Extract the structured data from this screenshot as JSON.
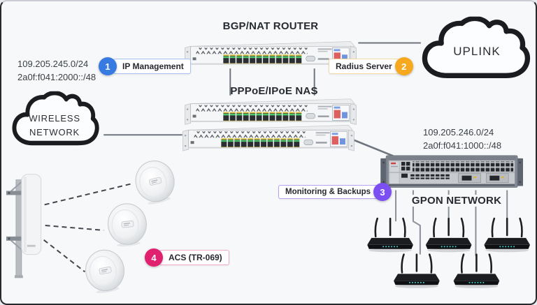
{
  "diagram": {
    "titles": {
      "bgp_router": "BGP/NAT ROUTER",
      "nas": "PPPoE/IPoE NAS",
      "gpon": "GPON NETWORK"
    },
    "clouds": {
      "uplink": "UPLINK",
      "wireless_line1": "WIRELESS",
      "wireless_line2": "NETWORK"
    },
    "subnets": {
      "management": {
        "ipv4": "109.205.245.0/24",
        "ipv6": "2a0f:f041:2000::/48"
      },
      "gpon": {
        "ipv4": "109.205.246.0/24",
        "ipv6": "2a0f:f041:1000::/48"
      }
    },
    "badges": [
      {
        "number": "1",
        "label": "IP Management",
        "color": "#377AE2",
        "border_color": "#A8C4EE"
      },
      {
        "number": "2",
        "label": "Radius Server",
        "color": "#F6A81F",
        "border_color": "#F4D9A6"
      },
      {
        "number": "3",
        "label": "Monitoring & Backups",
        "color": "#7B4FF2",
        "border_color": "#B8A2F0"
      },
      {
        "number": "4",
        "label": "ACS (TR-069)",
        "color": "#E02170",
        "border_color": "#F2A9C8"
      }
    ],
    "devices": {
      "bgp_router_icon": "mikrotik-rack-router-icon",
      "nas_icon": "mikrotik-rack-router-stack-icon",
      "olt_icon": "gpon-olt-chassis-icon",
      "cpe_icon": "wifi-router-icon",
      "backhaul_icons": "sector-antenna-and-dish-icons",
      "cloud_icon": "cloud-icon"
    },
    "colors": {
      "background": "#F7F8FA",
      "connector": "#6E757E",
      "dashed_link": "#41464D",
      "cloud_stroke": "#1A1C20"
    }
  }
}
